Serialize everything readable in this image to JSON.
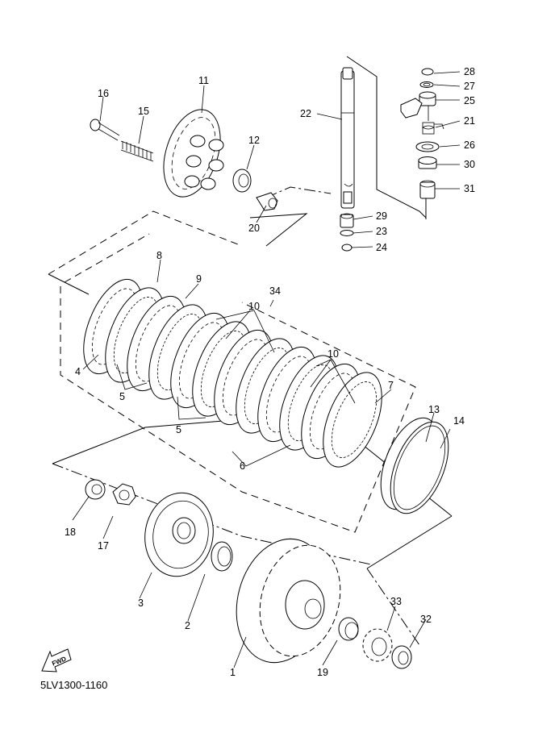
{
  "diagram": {
    "title_code": "5LV1300-1160",
    "fwd_label": "FWD",
    "callouts": [
      {
        "id": "c1",
        "text": "1"
      },
      {
        "id": "c2",
        "text": "2"
      },
      {
        "id": "c3",
        "text": "3"
      },
      {
        "id": "c4",
        "text": "4"
      },
      {
        "id": "c5a",
        "text": "5"
      },
      {
        "id": "c5b",
        "text": "5"
      },
      {
        "id": "c6",
        "text": "6"
      },
      {
        "id": "c7",
        "text": "7"
      },
      {
        "id": "c8",
        "text": "8"
      },
      {
        "id": "c9",
        "text": "9"
      },
      {
        "id": "c10a",
        "text": "10"
      },
      {
        "id": "c10b",
        "text": "10"
      },
      {
        "id": "c11",
        "text": "11"
      },
      {
        "id": "c12",
        "text": "12"
      },
      {
        "id": "c13",
        "text": "13"
      },
      {
        "id": "c14",
        "text": "14"
      },
      {
        "id": "c15",
        "text": "15"
      },
      {
        "id": "c16",
        "text": "16"
      },
      {
        "id": "c17",
        "text": "17"
      },
      {
        "id": "c18",
        "text": "18"
      },
      {
        "id": "c19",
        "text": "19"
      },
      {
        "id": "c20",
        "text": "20"
      },
      {
        "id": "c21",
        "text": "21"
      },
      {
        "id": "c22",
        "text": "22"
      },
      {
        "id": "c23",
        "text": "23"
      },
      {
        "id": "c24",
        "text": "24"
      },
      {
        "id": "c25",
        "text": "25"
      },
      {
        "id": "c26",
        "text": "26"
      },
      {
        "id": "c27",
        "text": "27"
      },
      {
        "id": "c28",
        "text": "28"
      },
      {
        "id": "c29",
        "text": "29"
      },
      {
        "id": "c30",
        "text": "30"
      },
      {
        "id": "c31",
        "text": "31"
      },
      {
        "id": "c32",
        "text": "32"
      },
      {
        "id": "c33",
        "text": "33"
      },
      {
        "id": "c34",
        "text": "34"
      }
    ]
  }
}
